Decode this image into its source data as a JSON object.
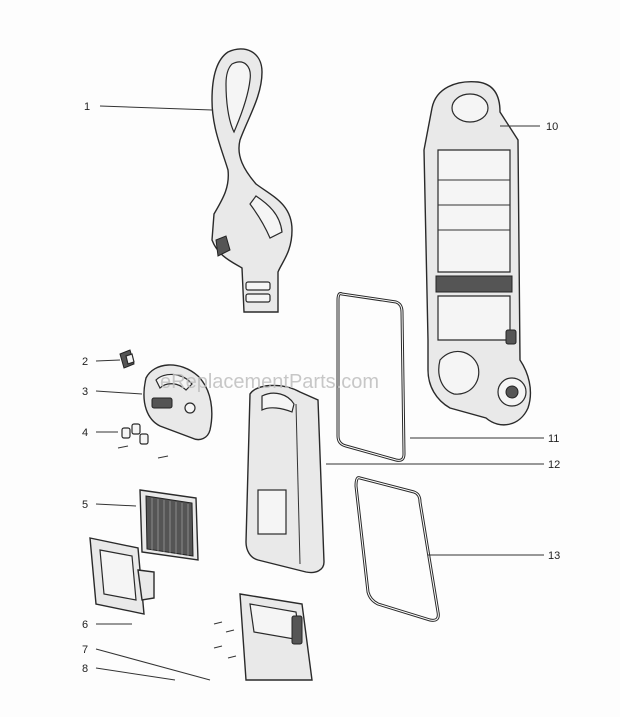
{
  "watermark": "eReplacementParts.com",
  "callouts": [
    {
      "id": "1",
      "label": "1"
    },
    {
      "id": "2",
      "label": "2"
    },
    {
      "id": "3",
      "label": "3"
    },
    {
      "id": "4",
      "label": "4"
    },
    {
      "id": "5",
      "label": "5"
    },
    {
      "id": "6",
      "label": "6"
    },
    {
      "id": "7",
      "label": "7"
    },
    {
      "id": "8",
      "label": "8"
    },
    {
      "id": "10",
      "label": "10"
    },
    {
      "id": "11",
      "label": "11"
    },
    {
      "id": "12",
      "label": "12"
    },
    {
      "id": "13",
      "label": "13"
    }
  ]
}
